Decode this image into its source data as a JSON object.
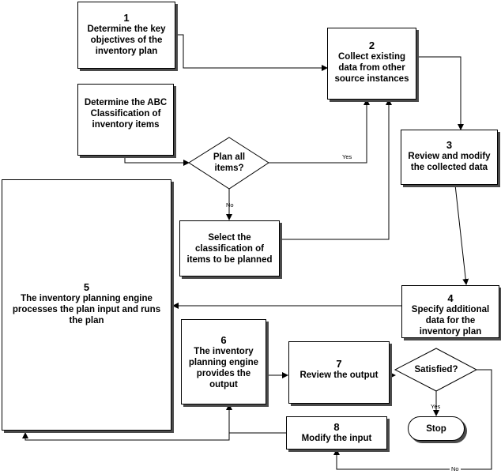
{
  "steps": [
    {
      "id": "1",
      "num": "1",
      "text": "Determine the key objectives of the inventory plan"
    },
    {
      "id": "2",
      "num": "2",
      "text": "Collect existing data from other source instances"
    },
    {
      "id": "3",
      "num": "3",
      "text": "Review and modify the collected data"
    },
    {
      "id": "4",
      "num": "4",
      "text": "Specify additional data for the inventory plan"
    },
    {
      "id": "5",
      "num": "5",
      "text": "The inventory planning engine processes the plan input and runs the plan"
    },
    {
      "id": "6",
      "num": "6",
      "text": "The inventory planning engine provides the output"
    },
    {
      "id": "7",
      "num": "7",
      "text": "Review the output"
    },
    {
      "id": "8",
      "num": "8",
      "text": "Modify the input"
    }
  ],
  "abc_box": "Determine the ABC Classification of inventory items",
  "select_box": "Select the classification of items to be planned",
  "decision_plan": "Plan all items?",
  "decision_satisfied": "Satisfied?",
  "terminal": "Stop",
  "edge_labels": {
    "plan_yes": "Yes",
    "plan_no": "No",
    "sat_yes": "Yes",
    "sat_no": "No"
  }
}
